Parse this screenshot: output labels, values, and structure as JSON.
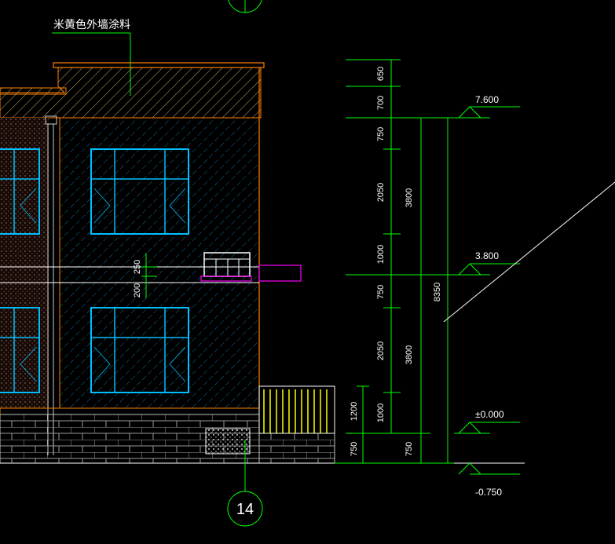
{
  "drawing": {
    "wall_note": "米黄色外墙涂料",
    "axis_label": "14",
    "colors": {
      "background": "#000000",
      "dimension": "#00ff00",
      "outline": "#ff7f00",
      "window": "#00bfff",
      "hatch_wall": "#0099cc",
      "hatch_parapet": "#d7b36a",
      "brick": "#bfbfbf",
      "magenta": "#ff00ff",
      "yellow": "#ffff00"
    }
  },
  "dimensions": {
    "segments": [
      "650",
      "700",
      "750",
      "2050",
      "1000",
      "750",
      "2050",
      "1000",
      "750"
    ],
    "group": [
      "3800",
      "3800"
    ],
    "total": "8350",
    "local": [
      "1200",
      "750"
    ],
    "slab": [
      "250",
      "200"
    ]
  },
  "levels": [
    "7.600",
    "3.800",
    "±0.000",
    "-0.750"
  ]
}
